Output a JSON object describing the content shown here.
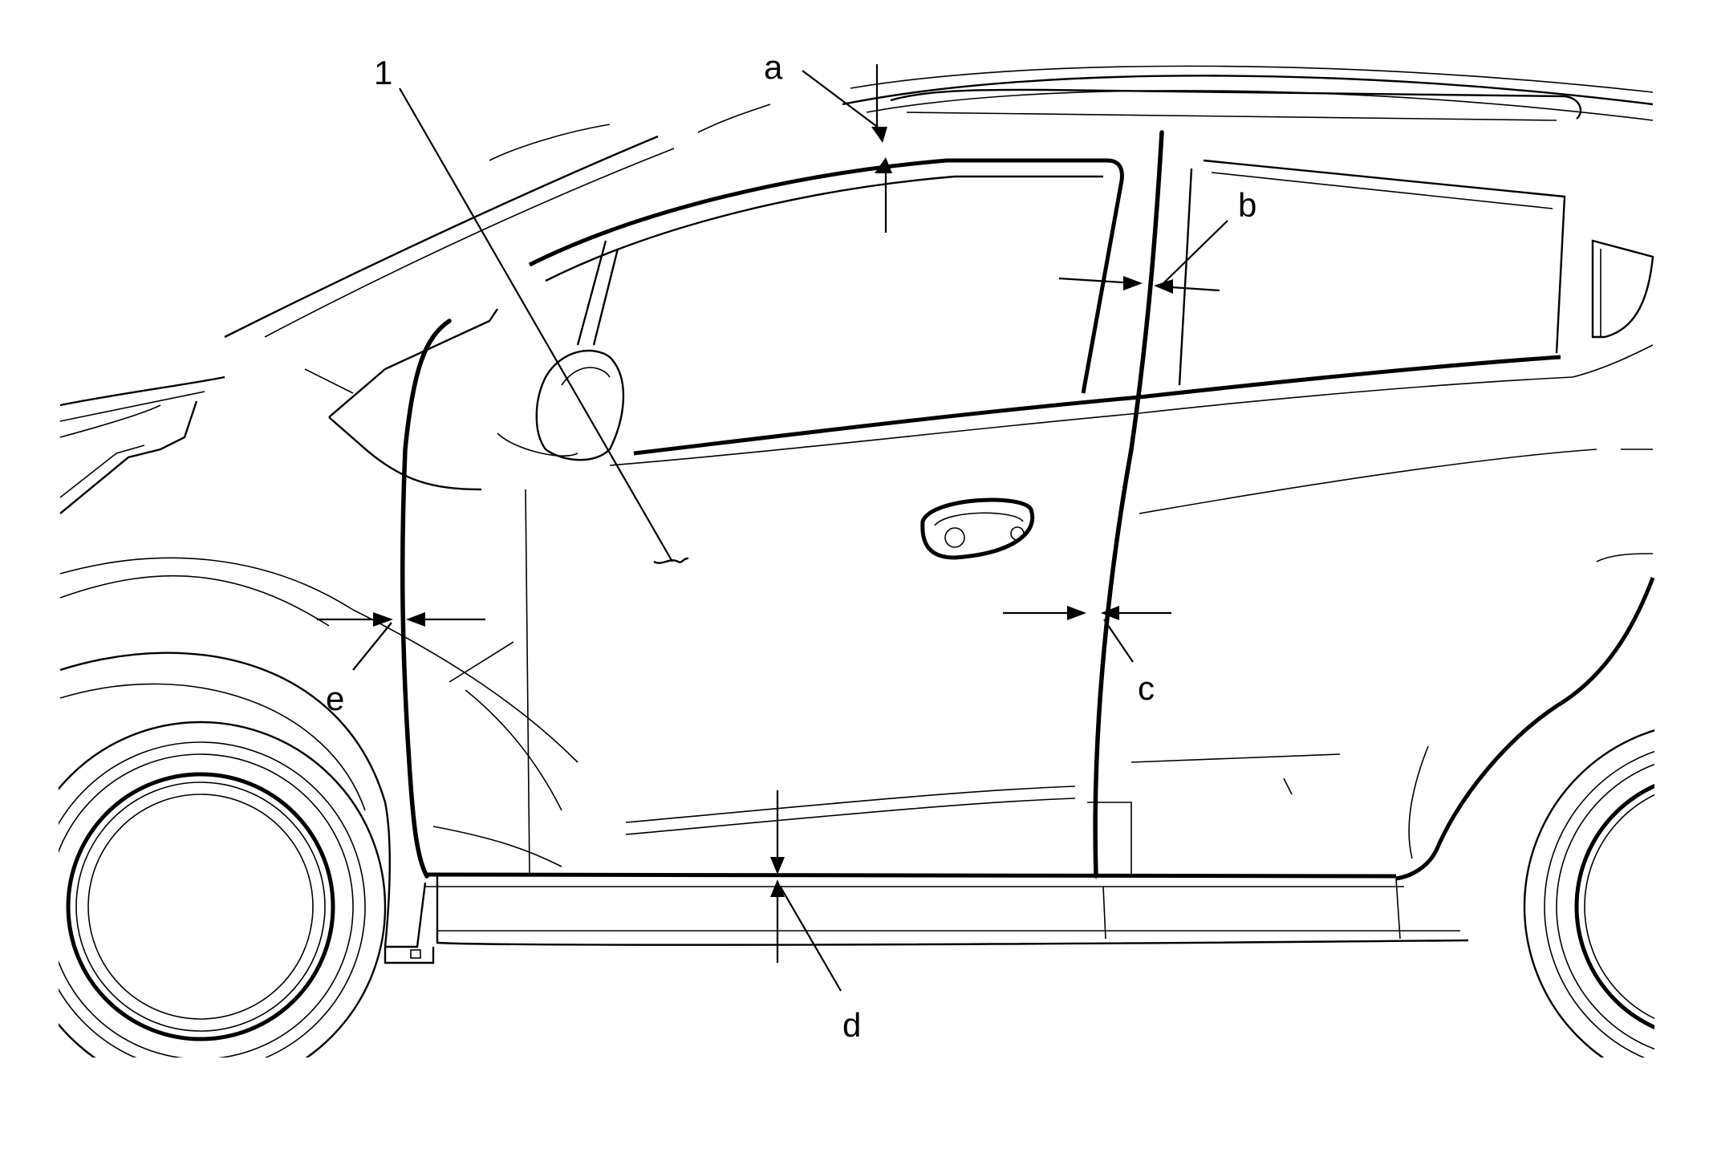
{
  "diagram": {
    "callouts": [
      {
        "id": "1",
        "text": "1"
      },
      {
        "id": "a",
        "text": "a"
      },
      {
        "id": "b",
        "text": "b"
      },
      {
        "id": "c",
        "text": "c"
      },
      {
        "id": "d",
        "text": "d"
      },
      {
        "id": "e",
        "text": "e"
      }
    ]
  }
}
